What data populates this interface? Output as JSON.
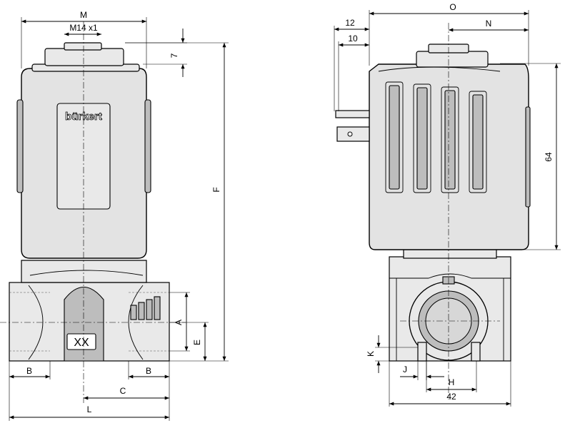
{
  "brand": "bürkert",
  "body_mark": "XX",
  "dimensions": {
    "M": "M",
    "M14": "M14 x1",
    "seven": "7",
    "F": "F",
    "A": "A",
    "E": "E",
    "B": "B",
    "C": "C",
    "L": "L",
    "O": "O",
    "N": "N",
    "twelve": "12",
    "ten": "10",
    "sixtyfour": "64",
    "K": "K",
    "J": "J",
    "H": "H",
    "fortytwo": "42"
  }
}
